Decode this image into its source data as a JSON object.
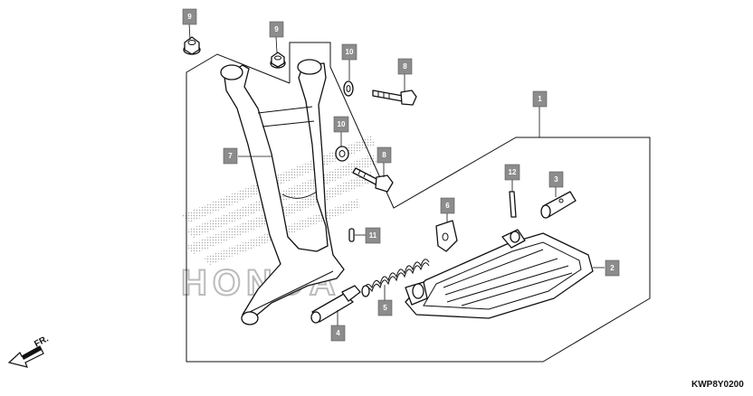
{
  "diagram": {
    "code": "KWP8Y0200",
    "direction_label": "FR.",
    "watermark_text": "HONDA",
    "colors": {
      "callout_fill": "#8c8c8c",
      "line": "#111111",
      "watermark": "#b8b8b8"
    },
    "parts": [
      {
        "id": "main-stand",
        "callout": "7"
      },
      {
        "id": "step-bar",
        "callout": "2"
      },
      {
        "id": "stand-pivot-pipe",
        "callout": "3"
      },
      {
        "id": "stand-pivot-shaft",
        "callout": "4"
      },
      {
        "id": "stand-spring",
        "callout": "5"
      },
      {
        "id": "stopper-rubber",
        "callout": "6"
      },
      {
        "id": "flange-bolt",
        "callout": "8"
      },
      {
        "id": "flange-nut",
        "callout": "9"
      },
      {
        "id": "washer",
        "callout": "10"
      },
      {
        "id": "cotter-pin",
        "callout": "11"
      },
      {
        "id": "spring-pin",
        "callout": "12"
      },
      {
        "id": "assembly",
        "callout": "1"
      }
    ],
    "callouts": [
      "1",
      "2",
      "3",
      "4",
      "5",
      "6",
      "7",
      "8",
      "8",
      "9",
      "9",
      "10",
      "10",
      "11",
      "12"
    ]
  }
}
